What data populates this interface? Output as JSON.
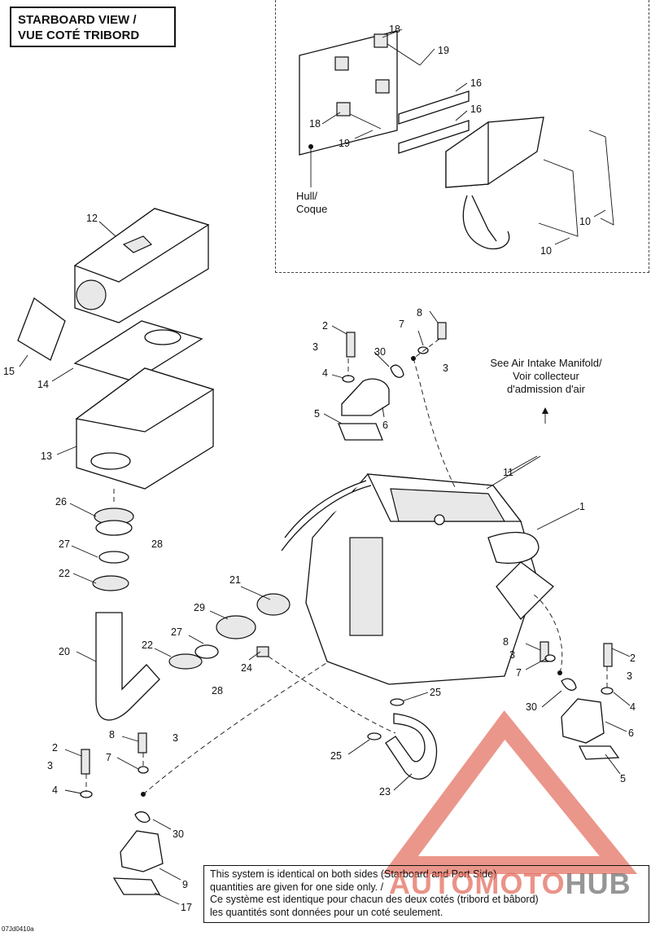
{
  "title": {
    "line1": "STARBOARD VIEW /",
    "line2": "VUE COTÉ TRIBORD"
  },
  "hull_label": {
    "line1": "Hull/",
    "line2": "Coque"
  },
  "manifold_note": {
    "line1": "See Air Intake Manifold/",
    "line2": "Voir collecteur",
    "line3": "d'admission d'air"
  },
  "footnote": {
    "line1": "This system is identical on both sides (Starboard and Port Side)",
    "line2": "quantities are given for one side only. /",
    "line3": "Ce système est identique pour chacun des deux cotés (tribord et bâbord)",
    "line4": "les quantités sont données pour un coté seulement."
  },
  "reference_code": "07Jd0410a",
  "watermark": {
    "part1": "AUTOMOTO",
    "part2": "HUB"
  },
  "callouts": [
    "18",
    "19",
    "16",
    "16",
    "18",
    "19",
    "10",
    "10",
    "12",
    "15",
    "14",
    "13",
    "2",
    "3",
    "4",
    "5",
    "6",
    "30",
    "7",
    "8",
    "3",
    "11",
    "1",
    "26",
    "27",
    "28",
    "22",
    "20",
    "21",
    "29",
    "27",
    "22",
    "28",
    "24",
    "8",
    "3",
    "7",
    "30",
    "2",
    "3",
    "4",
    "6",
    "5",
    "25",
    "25",
    "23",
    "8",
    "3",
    "2",
    "3",
    "7",
    "4",
    "30",
    "9",
    "17"
  ],
  "colors": {
    "line": "#111111",
    "watermark_red": "#e2695a",
    "watermark_grey": "#6e6e6e"
  }
}
